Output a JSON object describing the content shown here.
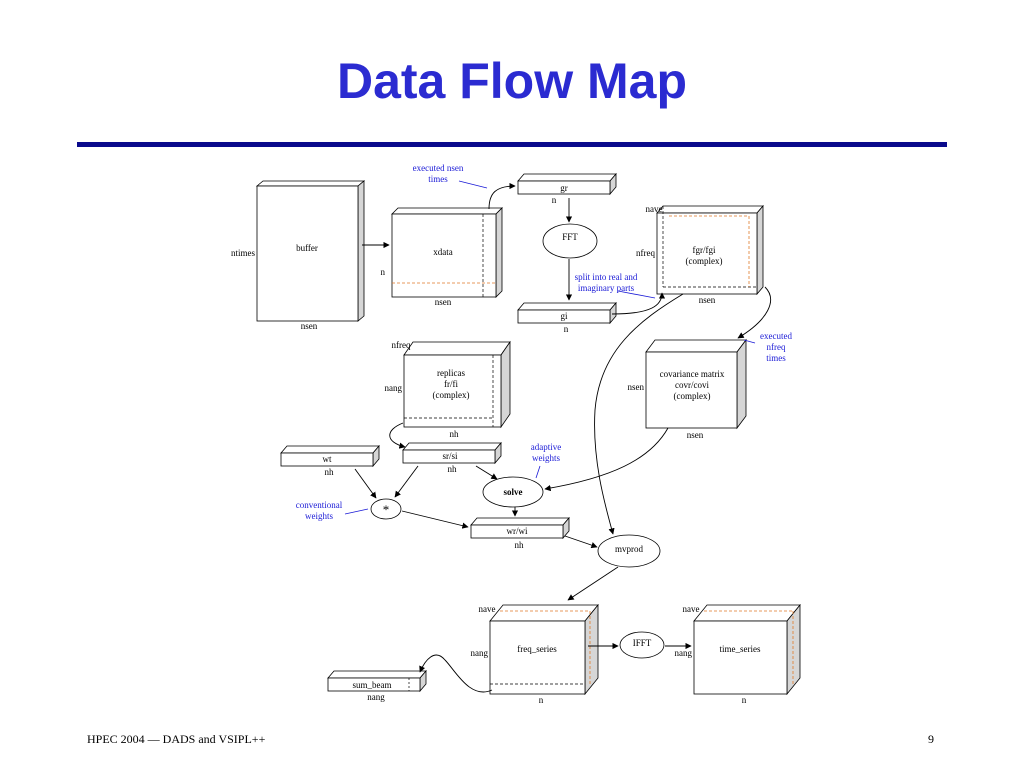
{
  "slide": {
    "title": "Data Flow Map",
    "footer": "HPEC 2004 — DADS and VSIPL++",
    "page_number": "9",
    "accent_color": "#2b2bd1",
    "rule_color": "#0a0a8c",
    "annotation_color": "#1a1ad6"
  },
  "diagram": {
    "buffer": {
      "label": "buffer",
      "left": "ntimes",
      "bottom": "nsen"
    },
    "xdata": {
      "label": "xdata",
      "left": "n",
      "bottom": "nsen"
    },
    "gr": {
      "label": "gr",
      "bottom": "n"
    },
    "gi": {
      "label": "gi",
      "bottom": "n"
    },
    "fft": {
      "label": "FFT"
    },
    "fgr": {
      "label1": "fgr/fgi",
      "label2": "(complex)",
      "top": "nave",
      "left": "nfreq",
      "bottom": "nsen"
    },
    "replicas": {
      "label1": "replicas",
      "label2": "fr/fi",
      "label3": "(complex)",
      "top": "nfreq",
      "left": "nang",
      "bottom": "nh"
    },
    "covariance": {
      "label1": "covariance matrix",
      "label2": "covr/covi",
      "label3": "(complex)",
      "left": "nsen",
      "bottom": "nsen"
    },
    "wt": {
      "label": "wt",
      "bottom": "nh"
    },
    "srsi": {
      "label": "sr/si",
      "bottom": "nh"
    },
    "solve": {
      "label": "solve"
    },
    "star": {
      "label": "*"
    },
    "wrwi": {
      "label": "wr/wi",
      "bottom": "nh"
    },
    "mvprod": {
      "label": "mvprod"
    },
    "freq_series": {
      "label": "freq_series",
      "top": "nave",
      "left": "nang",
      "bottom": "n"
    },
    "ifft": {
      "label": "IFFT"
    },
    "time_series": {
      "label": "time_series",
      "top": "nave",
      "left": "nang",
      "bottom": "n"
    },
    "sum_beam": {
      "label": "sum_beam",
      "bottom": "nang"
    },
    "annotations": {
      "exec_nsen_1": "executed nsen",
      "exec_nsen_2": "times",
      "split_1": "split into real and",
      "split_2": "imaginary parts",
      "exec_nfreq_1": "executed",
      "exec_nfreq_2": "nfreq",
      "exec_nfreq_3": "times",
      "adaptive_1": "adaptive",
      "adaptive_2": "weights",
      "conventional_1": "conventional",
      "conventional_2": "weights"
    }
  }
}
